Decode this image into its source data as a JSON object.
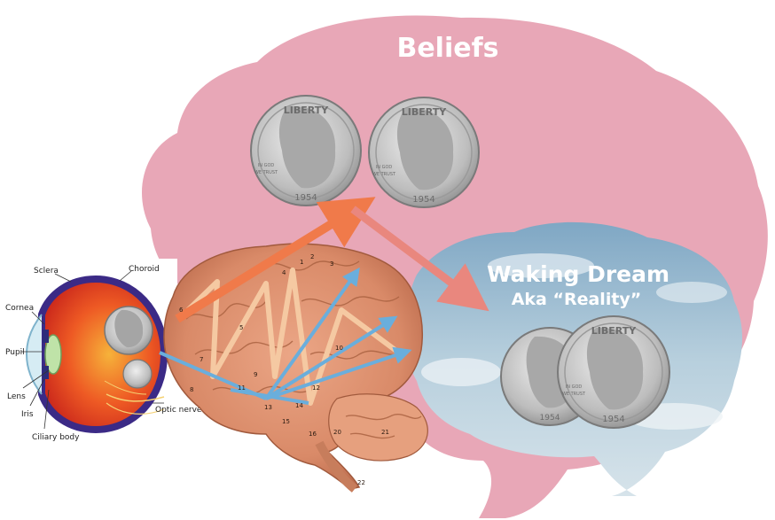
{
  "belief_cloud": {
    "title": "Beliefs",
    "fill": "#e8a7b7"
  },
  "waking_dream": {
    "title": "Waking Dream",
    "subtitle": "Aka “Reality”",
    "sky": "#9ebccf"
  },
  "eye": {
    "labels": {
      "sclera": "Sclera",
      "choroid": "Choroid",
      "cornea": "Cornea",
      "pupil": "Pupil",
      "lens": "Lens",
      "iris": "Iris",
      "ciliary_body": "Ciliary body",
      "optic_nerve": "Optic nerve"
    }
  },
  "coin": {
    "top_text": "LIBERTY",
    "motto_1": "IN GOD",
    "motto_2": "WE TRUST",
    "year": "1954"
  },
  "brain": {
    "region_numbers": [
      "1",
      "2",
      "3",
      "4",
      "5",
      "6",
      "7",
      "8",
      "9",
      "10",
      "11",
      "12",
      "13",
      "14",
      "15",
      "16",
      "20",
      "21",
      "22"
    ]
  },
  "colors": {
    "orange_arrow": "#f07a4a",
    "pink_arrow": "#e9877e",
    "blue_path": "#6aaedc",
    "zigzag": "#f5c9a2"
  }
}
